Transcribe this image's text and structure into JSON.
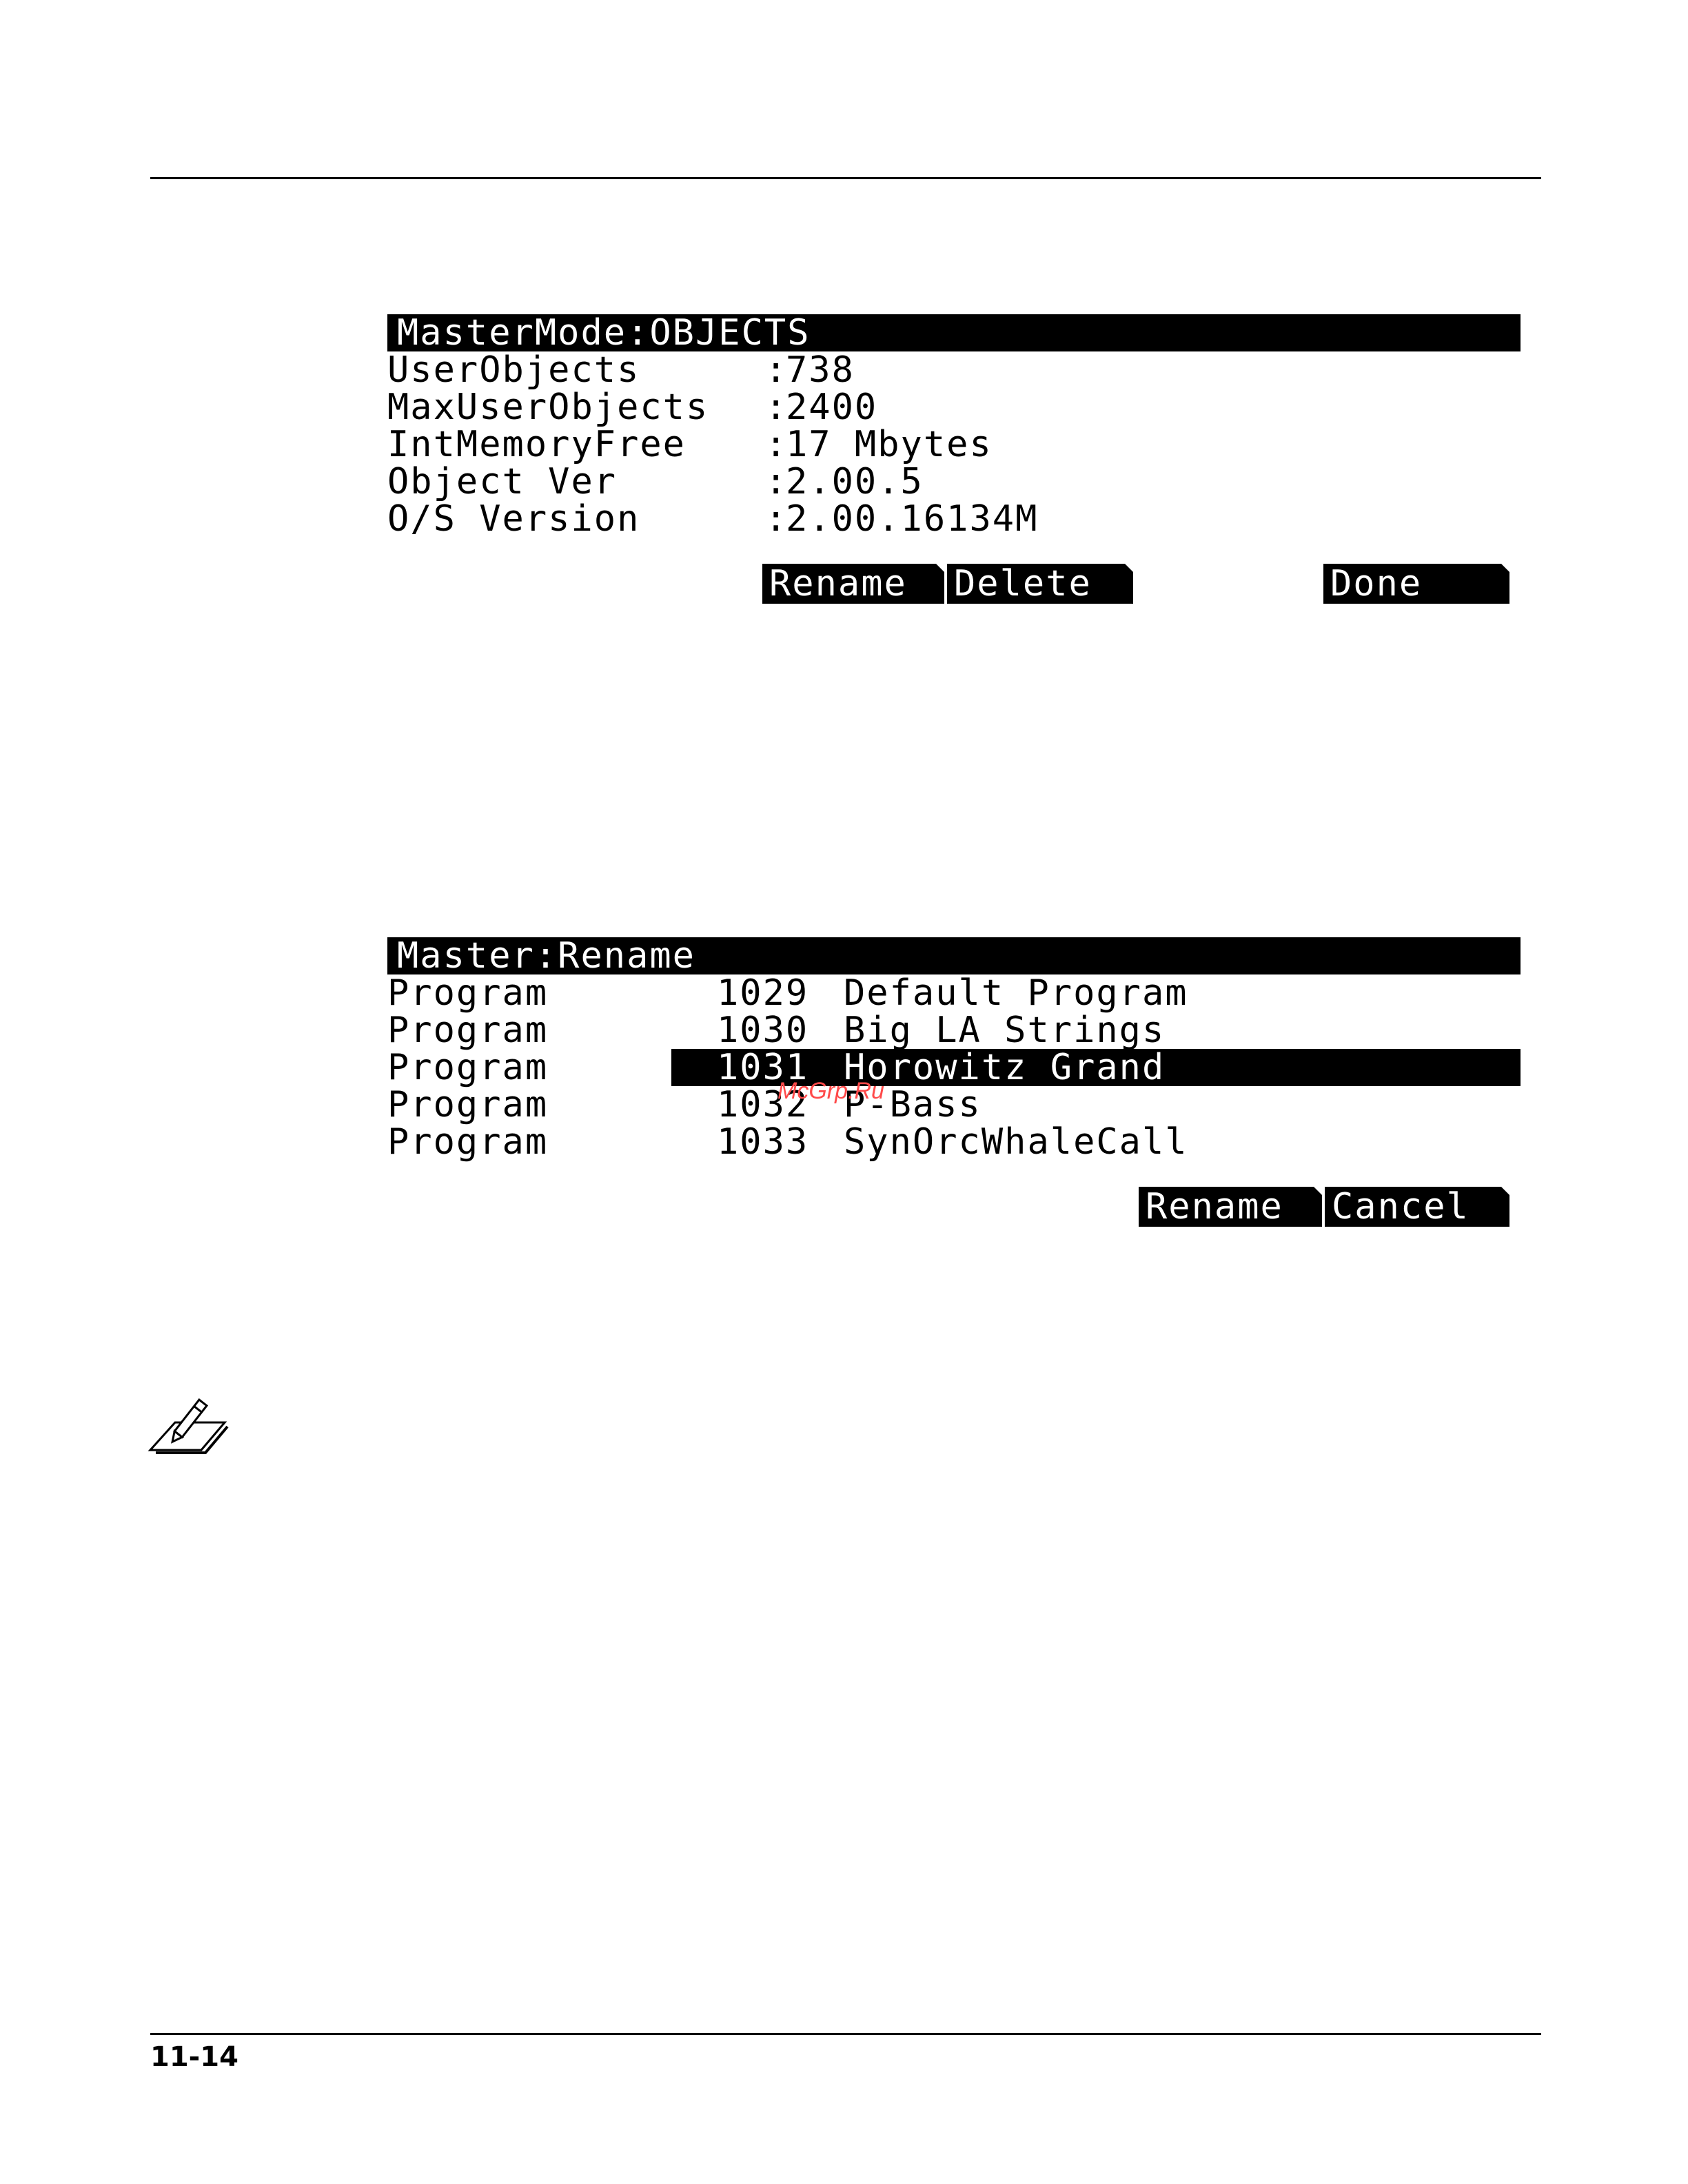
{
  "screen1": {
    "title": "MasterMode:OBJECTS",
    "rows": [
      {
        "label": "UserObjects",
        "value": "738"
      },
      {
        "label": "MaxUserObjects",
        "value": "2400"
      },
      {
        "label": "IntMemoryFree",
        "value": "17 Mbytes"
      },
      {
        "label": "Object Ver",
        "value": "2.00.5"
      },
      {
        "label": "O/S Version",
        "value": "2.00.16134M"
      }
    ],
    "colon": ":",
    "softkeys": {
      "rename": "Rename",
      "delete": "Delete",
      "done": "Done"
    }
  },
  "screen2": {
    "title": "Master:Rename",
    "rows": [
      {
        "type": "Program",
        "number": "1029",
        "name": "Default Program"
      },
      {
        "type": "Program",
        "number": "1030",
        "name": "Big LA Strings"
      },
      {
        "type": "Program",
        "number": "1031",
        "name": "Horowitz Grand"
      },
      {
        "type": "Program",
        "number": "1032",
        "name": "P-Bass"
      },
      {
        "type": "Program",
        "number": "1033",
        "name": "SynOrcWhaleCall"
      }
    ],
    "selected_index": 2,
    "softkeys": {
      "rename": "Rename",
      "cancel": "Cancel"
    }
  },
  "watermark": "McGrp.Ru",
  "page_number": "11-14",
  "icons": {
    "note": "note-pencil-icon"
  }
}
